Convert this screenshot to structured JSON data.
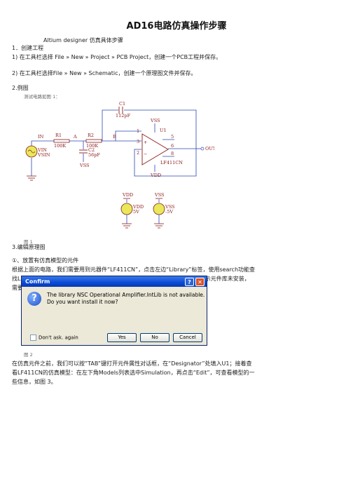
{
  "doc": {
    "title": "AD16电路仿真操作步骤",
    "subtitle": "Altium designer 仿真具体步骤",
    "s1": "1．创建工程",
    "s1_l1": "1) 在工具栏选择 File » New » Project » PCB Project，创建一个PCB工程并保存。",
    "s1_l2": "2) 在工具栏选择File » New » Schematic，创建一个原理图文件并保存。",
    "s2": "2.例图",
    "fig1_intro": "测试电路如图 1：",
    "fig1_caption": "图 1",
    "s3": "3.编辑原理图",
    "s3_step": "①、放置有仿真模型的元件",
    "s3_p1_l1": "根据上面的电路，我们需要用到元器件“LF411CN”，点击左边“Library”标签，使用search功能查",
    "s3_p1_l2": "找LF411CN。找到LF411CN之后，点击“Place LF411CN”，放置元件，若提示元件库未安装，",
    "s3_p1_l3": "需要安装，则点击“yes”，如图 2：",
    "fig2_caption": "图 2",
    "p2_l1": "在仿真元件之前，我们可以按“TAB”键打开元件属性对话框，在“Designator”处填入U1；接着查",
    "p2_l2": "看LF411CN的仿真模型：在左下角Models列表选中Simulation，再点击“Edit”，可查看模型的一",
    "p2_l3": "些信息，如图 3。"
  },
  "schematic": {
    "labels": {
      "c1": "C1",
      "c1v": "112pF",
      "r1": "R1",
      "r1v": "100K",
      "r2": "R2",
      "r2v": "100K",
      "c2": "C2",
      "c2v": "56pF",
      "u1": "U1",
      "ic": "LF411CN",
      "in": "IN",
      "a": "A",
      "b": "B",
      "vin": "VIN",
      "vsin": "VSIN",
      "vss_top": "VSS",
      "vss_c2": "VSS",
      "vdd_ic": "VDD",
      "out": "OUT",
      "pin1": "1",
      "pin2": "2",
      "pin3": "3",
      "pin5": "5",
      "pin6": "6",
      "pin8": "8",
      "vdd_l": "VDD",
      "vdd_src": "VDD",
      "vdd_val": "5V",
      "vss_l": "VSS",
      "vss_src": "VSS",
      "vss_val": "-5V",
      "plus": "+",
      "minus": "−"
    },
    "wire_color": "#2a46b5",
    "part_color": "#8b1a1a",
    "source_color": "#e8e85a"
  },
  "dialog": {
    "title": "Confirm",
    "message_l1": "The library NSC Operational Amplifier.IntLib is not available.",
    "message_l2": "Do you want install it now?",
    "checkbox": "Don't ask. again",
    "yes": "Yes",
    "no": "No",
    "cancel": "Cancel",
    "icon": "question-icon"
  }
}
